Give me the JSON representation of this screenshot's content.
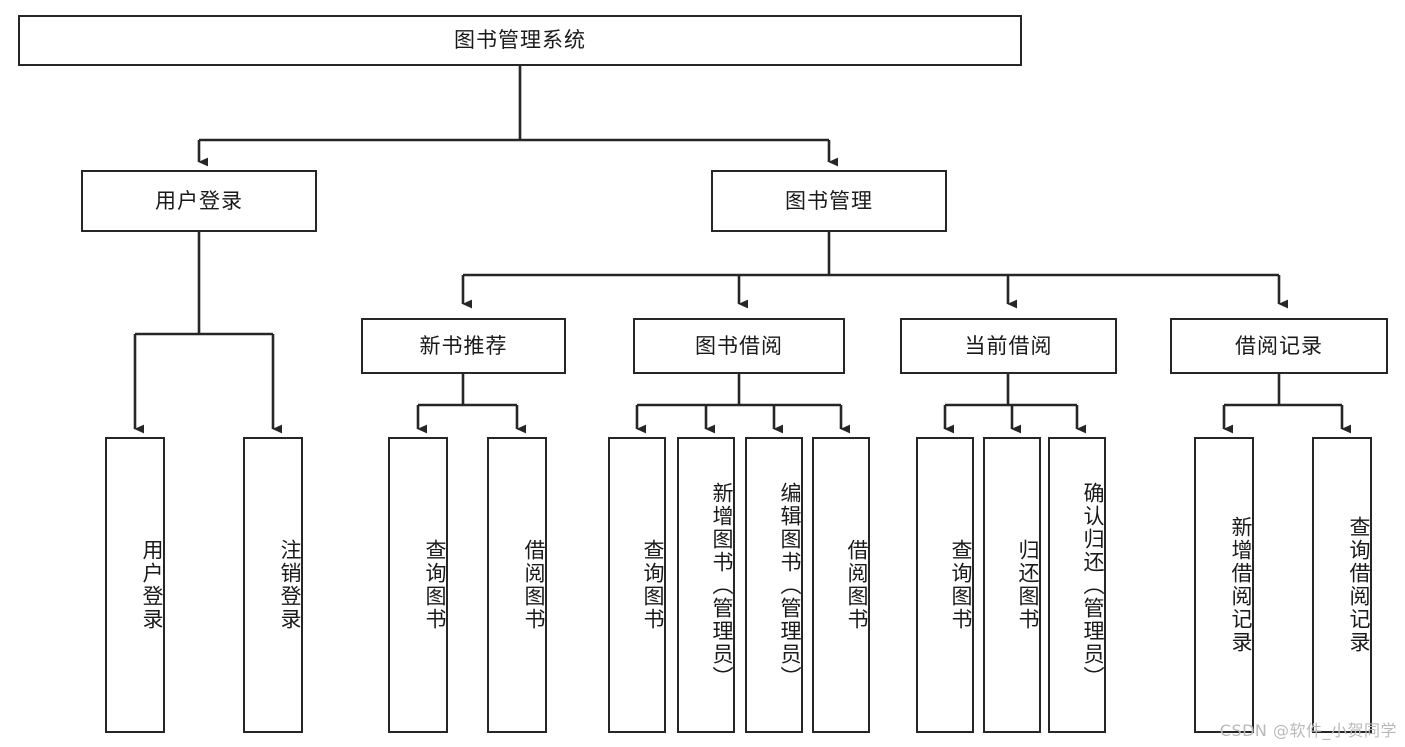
{
  "diagram": {
    "title": "图书管理系统",
    "type": "tree-hierarchy-chart",
    "watermark": "CSDN @软件_小贺同学",
    "colors": {
      "stroke": "#262626",
      "fill": "#ffffff",
      "text": "#1a1a1a",
      "watermark": "#b9b9b9"
    },
    "root": {
      "label": "图书管理系统"
    },
    "level2": [
      {
        "label": "用户登录"
      },
      {
        "label": "图书管理"
      }
    ],
    "level3": [
      {
        "label": "新书推荐"
      },
      {
        "label": "图书借阅"
      },
      {
        "label": "当前借阅"
      },
      {
        "label": "借阅记录"
      }
    ],
    "leaves": {
      "user_login": [
        {
          "label": "用户登录"
        },
        {
          "label": "注销登录"
        }
      ],
      "new_book_recommend": [
        {
          "label": "查询图书"
        },
        {
          "label": "借阅图书"
        }
      ],
      "book_borrow": [
        {
          "label": "查询图书"
        },
        {
          "label": "新增图书（管理员）"
        },
        {
          "label": "编辑图书（管理员）"
        },
        {
          "label": "借阅图书"
        }
      ],
      "current_borrow": [
        {
          "label": "查询图书"
        },
        {
          "label": "归还图书"
        },
        {
          "label": "确认归还（管理员）"
        }
      ],
      "borrow_record": [
        {
          "label": "新增借阅记录"
        },
        {
          "label": "查询借阅记录"
        }
      ]
    }
  }
}
